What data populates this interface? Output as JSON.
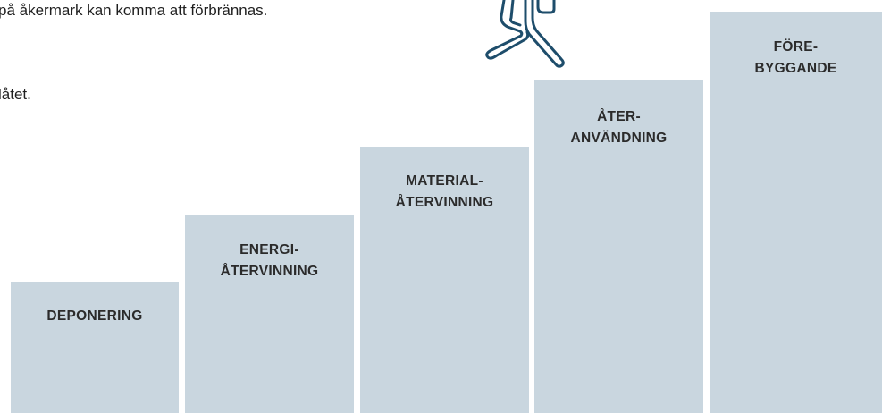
{
  "text": {
    "line1": "på åkermark kan komma att förbrännas.",
    "line2": "låtet."
  },
  "steps": [
    {
      "label": "DEPONERING"
    },
    {
      "label": "ENERGI-\nÅTERVINNING"
    },
    {
      "label": "MATERIAL-\nÅTERVINNING"
    },
    {
      "label": "ÅTER-\nANVÄNDNING"
    },
    {
      "label": "FÖRE-\nBYGGANDE"
    }
  ],
  "colors": {
    "step_fill": "#c9d6df",
    "figure_stroke": "#1e4d6b",
    "label_text": "#2b2b2b"
  },
  "icons": {
    "figure": "walking-person-icon"
  }
}
